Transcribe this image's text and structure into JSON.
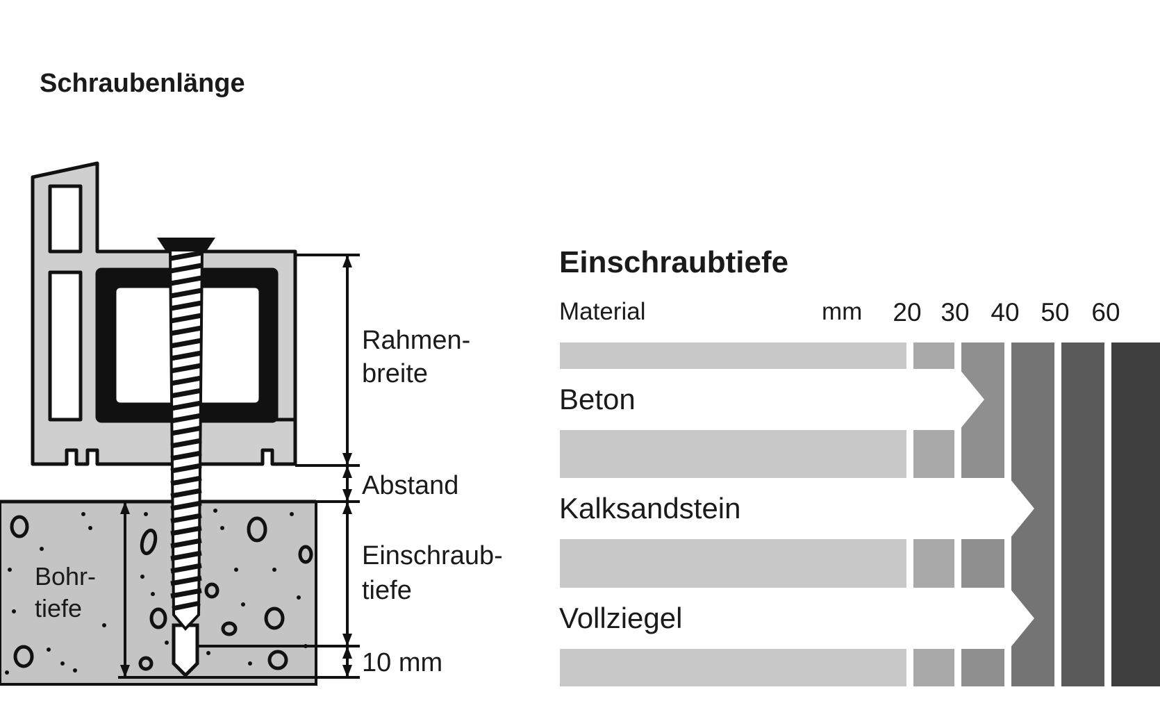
{
  "left_title": "Schraubenlänge",
  "labels": {
    "frame_width": [
      "Rahmen-",
      "breite"
    ],
    "gap": "Abstand",
    "screw_depth": [
      "Einschraub-",
      "tiefe"
    ],
    "extra": "10 mm",
    "drill_depth": [
      "Bohr-",
      "tiefe"
    ]
  },
  "chart": {
    "title": "Einschraubtiefe",
    "material_header": "Material",
    "unit_header": "mm",
    "depth_ticks": [
      "20",
      "30",
      "40",
      "50",
      "60"
    ],
    "materials": [
      {
        "name": "Beton",
        "required_mm": 30
      },
      {
        "name": "Kalksandstein",
        "required_mm": 40
      },
      {
        "name": "Vollziegel",
        "required_mm": 40
      }
    ]
  },
  "colors": {
    "band_1": "#c8c8c8",
    "band_2": "#a9a9a9",
    "band_3": "#8f8f8f",
    "band_4": "#747474",
    "band_5": "#5a5a5a",
    "band_6": "#3f3f3f",
    "concrete": "#c4c4c4",
    "profile": "#cfcfcf"
  }
}
